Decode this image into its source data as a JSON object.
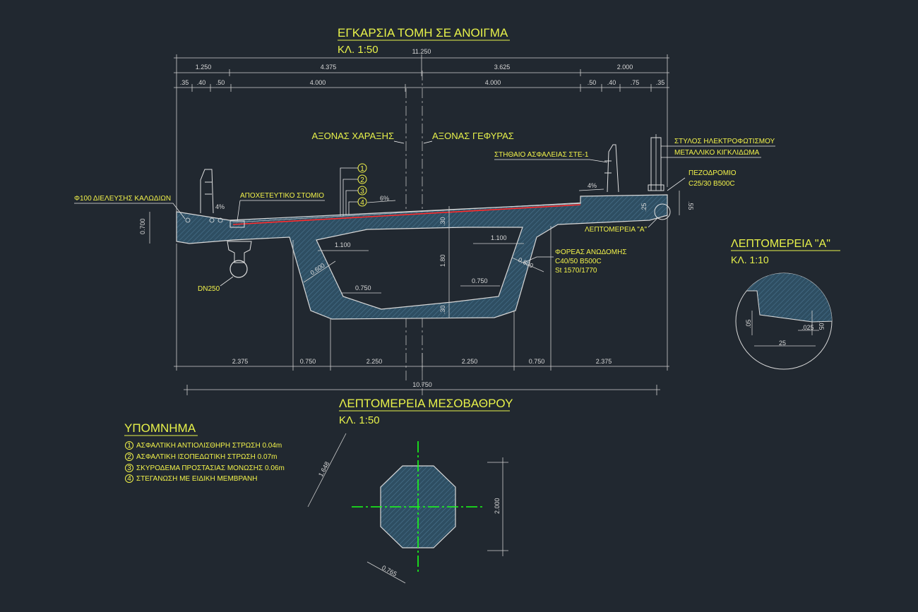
{
  "main_section": {
    "title": "ΕΓΚΑΡΣΙΑ ΤΟΜΗ ΣΕ ΑΝΟΙΓΜΑ",
    "scale": "ΚΛ. 1:50",
    "axis_left": "ΑΞΟΝΑΣ ΧΑΡΑΞΗΣ",
    "axis_right": "ΑΞΟΝΑΣ ΓΕΦΥΡΑΣ",
    "top_dims": {
      "total": "11.250",
      "row2": [
        "1.250",
        "4.375",
        "3.625",
        "2.000"
      ],
      "row3": [
        ".35",
        ".40",
        ".50",
        "4.000",
        "4.000",
        ".50",
        ".40",
        ".75",
        ".35"
      ]
    },
    "bottom_dims": {
      "row1": [
        "2.375",
        "0.750",
        "2.250",
        "2.250",
        "0.750",
        "2.375"
      ],
      "total": "10.750"
    },
    "inner_dims": {
      "depth": "0.700",
      "left_upper": "1.100",
      "right_upper": "1.100",
      "bottom_web": "0.750",
      "bottom_web_right": "0.750",
      "height": "1.80",
      "top_slab": ".30",
      "bottom_slab": ".30",
      "web_left": "0.600",
      "web_right": "0.600",
      "kerb_height": ".55",
      "detail_small": ".25",
      "slope_left": "4%",
      "slope_mid": "6%",
      "slope_right": "4%"
    },
    "labels": {
      "cable_duct": "Φ100 ΔΙΕΛΕΥΣΗΣ ΚΑΛΩΔΙΩΝ",
      "drain": "ΑΠΟΧΕΤΕΥΤΙΚΟ ΣΤΟΜΙΟ",
      "pipe": "DN250",
      "barrier": "ΣΤΗΘΑΙΟ ΑΣΦΑΛΕΙΑΣ ΣΤΕ-1",
      "lighting_pole": "ΣΤΥΛΟΣ ΗΛΕΚΤΡΟΦΩΤΙΣΜΟΥ",
      "railing": "ΜΕΤΑΛΛΙΚΟ ΚΙΓΚΛΙΔΩΜΑ",
      "sidewalk": "ΠΕΖΟΔΡΟΜΙΟ",
      "sidewalk_spec": "C25/30 B500C",
      "detail_ref": "ΛΕΠΤΟΜΕΡΕΙΑ \"Α\"",
      "deck": "ΦΟΡΕΑΣ ΑΝΩΔΟΜΗΣ",
      "deck_spec1": "C40/50 B500C",
      "deck_spec2": "St 1570/1770"
    },
    "layer_numbers": [
      "1",
      "2",
      "3",
      "4"
    ]
  },
  "detail_a": {
    "title": "ΛΕΠΤΟΜΕΡΕΙΑ \"Α\"",
    "scale": "ΚΛ. 1:10",
    "dims": {
      "width": "25",
      "left": ".05",
      "right": ".05",
      "small": ".025"
    }
  },
  "pier_detail": {
    "title": "ΛΕΠΤΟΜΕΡΕΙΑ ΜΕΣΟΒΑΘΡΟΥ",
    "scale": "ΚΛ. 1:50",
    "dims": {
      "diag": "1.648",
      "height": "2.000",
      "side": "0.765"
    }
  },
  "legend": {
    "title": "ΥΠΟΜΝΗΜΑ",
    "items": [
      {
        "num": "1",
        "text": "ΑΣΦΑΛΤΙΚΗ ΑΝΤΙΟΛΙΣΘΗΡΗ ΣΤΡΩΣΗ 0.04m"
      },
      {
        "num": "2",
        "text": "ΑΣΦΑΛΤΙΚΗ ΙΣΟΠΕΔΩΤΙΚΗ ΣΤΡΩΣΗ 0.07m"
      },
      {
        "num": "3",
        "text": "ΣΚΥΡΟΔΕΜΑ ΠΡΟΣΤΑΣΙΑΣ ΜΟΝΩΣΗΣ 0.06m"
      },
      {
        "num": "4",
        "text": "ΣΤΕΓΑΝΩΣΗ ΜΕ ΕΙΔΙΚΗ ΜΕΜΒΡΑΝΗ"
      }
    ]
  },
  "colors": {
    "background": "#212830",
    "title": "#e8f24a",
    "label": "#f2f24a",
    "concrete": "#2e4e62",
    "asphalt_line": "#ff2a2a",
    "pier_axis": "#19ff19"
  }
}
